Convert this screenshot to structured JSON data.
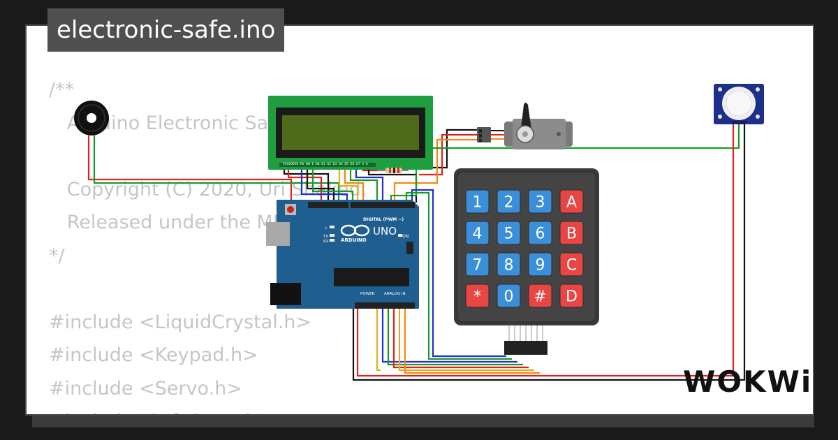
{
  "filename": "electronic-safe.ino",
  "code_lines": [
    "/**",
    "   Arduino Electronic Safe",
    "",
    "   Copyright (C) 2020, Uri Shaked.",
    "   Released under the MIT License.",
    "*/",
    "",
    "#include <LiquidCrystal.h>",
    "#include <Keypad.h>",
    "#include <Servo.h>",
    "#include \"SafeState.h\""
  ],
  "keypad": {
    "keys": [
      "1",
      "2",
      "3",
      "A",
      "4",
      "5",
      "6",
      "B",
      "7",
      "8",
      "9",
      "C",
      "*",
      "0",
      "#",
      "D"
    ]
  },
  "arduino": {
    "model": "UNO",
    "brand": "ARDUINO",
    "digital_label": "DIGITAL (PWM ~)",
    "analog_label": "ANALOG IN",
    "power_label": "POWER",
    "on_label": "ON",
    "tx_label": "TX",
    "rx_label": "RX",
    "l_label": "L"
  },
  "lcd": {
    "pins": "VSSVDDV0 RS RW E  D0 D1 D2 D3 D4 D5 D6 D7 A  K"
  },
  "logo": "WOKWi",
  "colors": {
    "arduino_blue": "#1e5f8f",
    "lcd_green": "#1f9e3f",
    "lcd_screen": "#4f6a1a",
    "keypad_body": "#3a3a3a",
    "key_blue": "#3a8fd8",
    "key_red": "#e84545",
    "wire_red": "#e02020",
    "wire_green": "#1a9a2a",
    "wire_blue": "#2030d0",
    "wire_orange": "#f08a10",
    "wire_yellow": "#e0b020",
    "wire_black": "#111111"
  }
}
